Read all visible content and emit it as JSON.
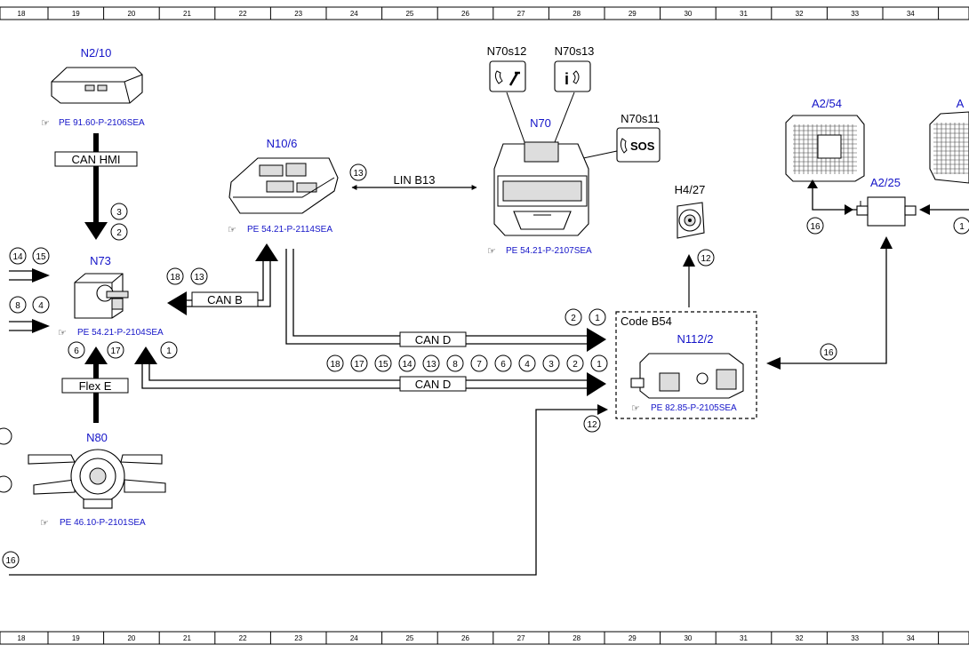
{
  "ruler": {
    "numbers": [
      "18",
      "19",
      "20",
      "21",
      "22",
      "23",
      "24",
      "25",
      "26",
      "27",
      "28",
      "29",
      "30",
      "31",
      "32",
      "33",
      "34"
    ]
  },
  "components": {
    "n2_10": {
      "name": "N2/10",
      "ref": "PE 91.60-P-2106SEA"
    },
    "n10_6": {
      "name": "N10/6",
      "ref": "PE 54.21-P-2114SEA"
    },
    "n70": {
      "name": "N70",
      "ref": "PE 54.21-P-2107SEA"
    },
    "n70s12": {
      "name": "N70s12"
    },
    "n70s13": {
      "name": "N70s13"
    },
    "n70s11": {
      "name": "N70s11",
      "button_text": "SOS"
    },
    "n73": {
      "name": "N73",
      "ref": "PE 54.21-P-2104SEA"
    },
    "n80": {
      "name": "N80",
      "ref": "PE 46.10-P-2101SEA"
    },
    "h4_27": {
      "name": "H4/27"
    },
    "a2_54": {
      "name": "A2/54"
    },
    "a2_25": {
      "name": "A2/25"
    },
    "a2_partial": {
      "name": "A"
    },
    "n112_2": {
      "name": "N112/2",
      "code": "Code B54",
      "ref": "PE 82.85-P-2105SEA"
    }
  },
  "buses": {
    "can_hmi": "CAN HMI",
    "can_b": "CAN B",
    "can_d_upper": "CAN D",
    "can_d_lower": "CAN D",
    "flex_e": "Flex E",
    "lin_b13": "LIN B13"
  },
  "circles": {
    "hmi_upper": "3",
    "hmi_lower": "2",
    "left_14": "14",
    "left_15": "15",
    "left_8": "8",
    "left_4": "4",
    "canb_18": "18",
    "canb_13": "13",
    "lin_13": "13",
    "cand_u_2": "2",
    "cand_u_1": "1",
    "n73_1": "1",
    "flex_6": "6",
    "flex_17": "17",
    "cand_list": [
      "18",
      "17",
      "15",
      "14",
      "13",
      "8",
      "7",
      "6",
      "4",
      "3",
      "2",
      "1"
    ],
    "h4_12": "12",
    "n112_12": "12",
    "n112_16": "16",
    "a2_16": "16",
    "right_1": "1",
    "bottom_16": "16"
  }
}
